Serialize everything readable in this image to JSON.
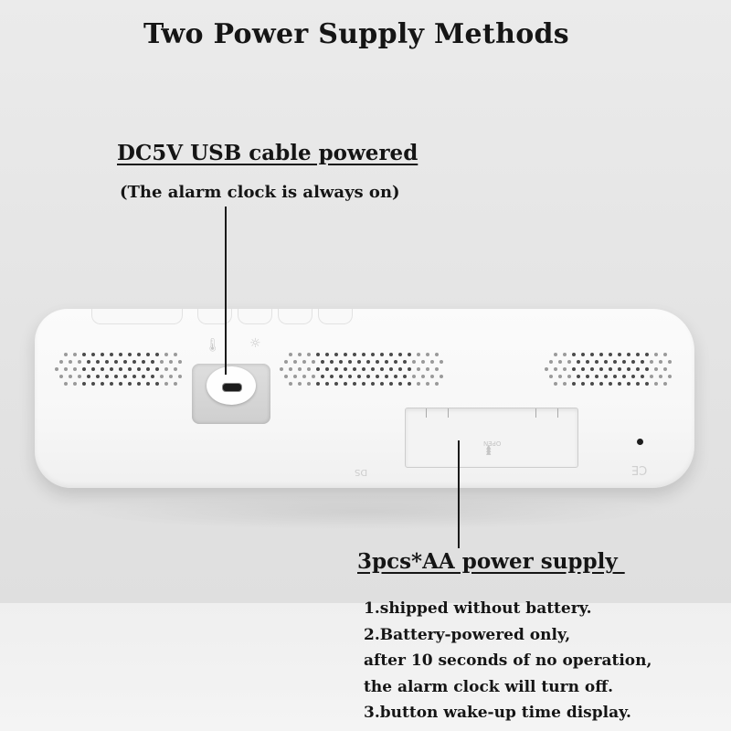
{
  "heading": "Two Power Supply Methods",
  "usb": {
    "title": "DC5V USB cable powered",
    "subtitle": "(The alarm clock is always on)"
  },
  "battery": {
    "title": "3pcs*AA power supply ",
    "notes": [
      "1.shipped without battery.",
      "2.Battery-powered only,",
      "after 10 seconds of no operation,",
      "the alarm clock will turn off.",
      "3.button wake-up time display."
    ]
  },
  "device_markings": {
    "open": "OPEN",
    "ce": "CE",
    "ds": "DS"
  },
  "icons": [
    "thermometer-icon",
    "brightness-icon",
    "usb-port-icon"
  ],
  "colors": {
    "background": "#e6e6e6",
    "device": "#f7f7f7",
    "text": "#151515",
    "grille_dot": "#8a8a8a"
  }
}
